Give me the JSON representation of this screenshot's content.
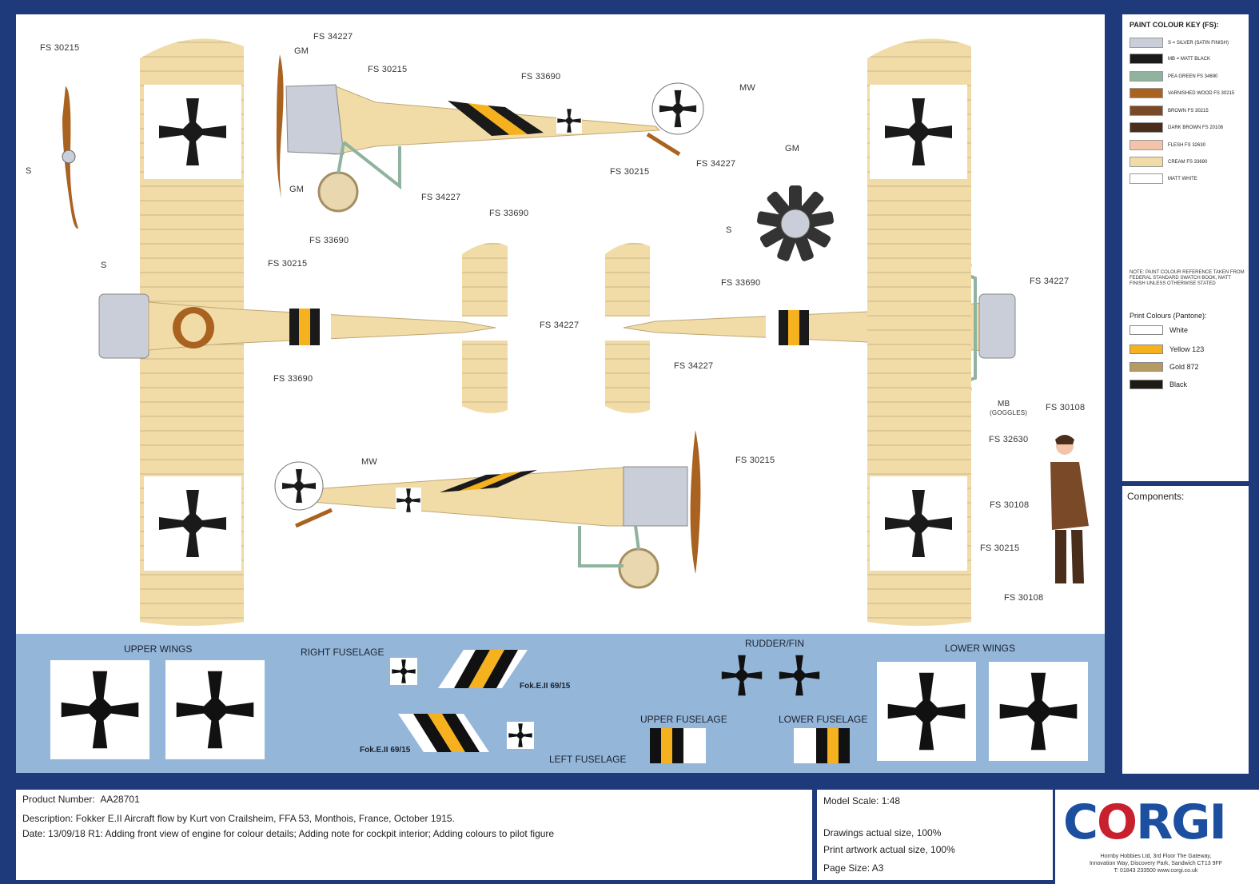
{
  "paint_key": {
    "title": "PAINT COLOUR KEY (FS):",
    "swatches": [
      {
        "label": "S = SILVER (SATIN FINISH)",
        "color": "#c9ced8"
      },
      {
        "label": "MB = MATT BLACK",
        "color": "#1a1a1a"
      },
      {
        "label": "PEA GREEN FS 34690",
        "color": "#8fb39e"
      },
      {
        "label": "VARNISHED WOOD FS 30215",
        "color": "#a9621f"
      },
      {
        "label": "BROWN FS 30215",
        "color": "#7a4a28"
      },
      {
        "label": "DARK BROWN FS 20108",
        "color": "#4a2e1c"
      },
      {
        "label": "FLESH FS 32630",
        "color": "#f4c4aa"
      },
      {
        "label": "CREAM FS 33690",
        "color": "#f1dca8"
      },
      {
        "label": "MATT WHITE",
        "color": "#ffffff"
      }
    ],
    "note": "NOTE: PAINT COLOUR REFERENCE TAKEN FROM FEDERAL STANDARD SWATCH BOOK, MATT FINISH UNLESS OTHERWISE STATED",
    "print_title": "Print Colours (Pantone):",
    "print_colours": [
      {
        "label": "White",
        "color": "#ffffff"
      },
      {
        "label": "Yellow 123",
        "color": "#f6b21e"
      },
      {
        "label": "Gold 872",
        "color": "#b59a62"
      },
      {
        "label": "Black",
        "color": "#1e1a14"
      }
    ]
  },
  "components": {
    "title": "Components:"
  },
  "callouts": {
    "fs30215": "FS 30215",
    "fs34227": "FS 34227",
    "fs33690": "FS 33690",
    "fs30108": "FS 30108",
    "fs32630": "FS 32630",
    "gm": "GM",
    "mw": "MW",
    "s": "S",
    "mb": "MB",
    "goggles": "(GOGGLES)"
  },
  "decals": {
    "upper_wings": "UPPER WINGS",
    "right_fuselage": "RIGHT FUSELAGE",
    "rudder_fin": "RUDDER/FIN",
    "lower_wings": "LOWER WINGS",
    "upper_fuselage": "UPPER FUSELAGE",
    "lower_fuselage": "LOWER FUSELAGE",
    "left_fuselage": "LEFT FUSELAGE",
    "serial": "Fok.E.II 69/15"
  },
  "info": {
    "product_label": "Product Number:",
    "product_number": "AA28701",
    "description_label": "Description:",
    "description": "Fokker E.II Aircraft flow by Kurt von Crailsheim, FFA 53, Monthois, France, October 1915.",
    "date_label": "Date:",
    "date": "13/09/18 R1: Adding front view of engine for colour details; Adding note for cockpit interior; Adding colours to pilot figure"
  },
  "scale": {
    "model_scale": "Model Scale: 1:48",
    "drawings": "Drawings actual size, 100%",
    "print": "Print artwork actual size, 100%",
    "page": "Page Size: A3"
  },
  "brand": {
    "logo_c": "C",
    "logo_o": "O",
    "logo_rest": "RGI",
    "address1": "Hornby Hobbies Ltd, 3rd Floor The Gateway,",
    "address2": "Innovation Way, Discovery Park, Sandwich CT13 9FF",
    "address3": "T: 01843 233500     www.corgi.co.uk"
  }
}
